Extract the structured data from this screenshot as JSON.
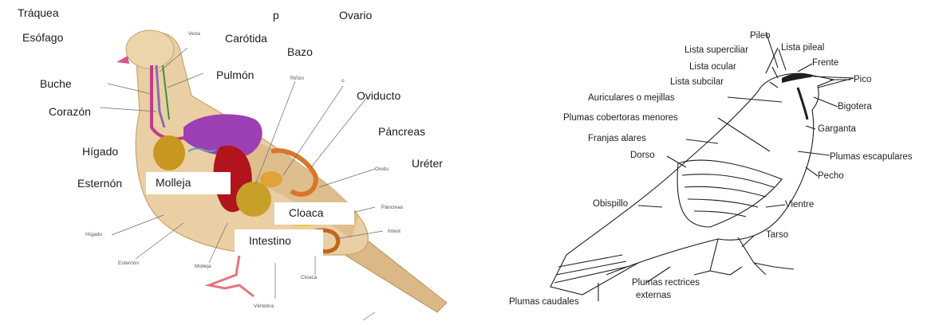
{
  "anatomy": {
    "labels": {
      "traquea": "Tráquea",
      "esofago": "Esófago",
      "buche": "Buche",
      "corazon": "Corazón",
      "higado": "Hígado",
      "esternon": "Esternón",
      "carotida": "Carótida",
      "bazo": "Bazo",
      "pulmon": "Pulmón",
      "ovario": "Ovario",
      "oviducto": "Oviducto",
      "pancreas": "Páncreas",
      "ureter": "Uréter",
      "molleja": "Molleja",
      "cloaca": "Cloaca",
      "intestino": "Intestino",
      "p": "p"
    },
    "small_labels": {
      "vena": "Vena",
      "riñon": "Riñón",
      "o": "o",
      "ovidu": "Ovidu",
      "pancreas_small": "Páncreas",
      "intest": "Intest",
      "higado_small": "Hígado",
      "esternon_small": "Esternón",
      "molleja_small": "Molleja",
      "vertebra": "Vértebra",
      "cloaca_small": "Cloaca"
    }
  },
  "plumage": {
    "labels": {
      "pileo": "Pileo",
      "lista_superciliar": "Lista superciliar",
      "lista_pileal": "Lista pileal",
      "frente": "Frente",
      "lista_ocular": "Lista ocular",
      "pico": "Pico",
      "lista_subocular": "Lista subcilar",
      "auriculares": "Auriculares o mejillas",
      "bigotera": "Bigotera",
      "plumas_cobertoras": "Plumas cobertoras menores",
      "garganta": "Garganta",
      "franjas_alares": "Franjas alares",
      "plumas_escapulares": "Plumas escapulares",
      "dorso": "Dorso",
      "pecho": "Pecho",
      "obispillo": "Obispillo",
      "vientre": "Vientre",
      "tarso": "Tarso",
      "plumas_rectrices": "Plumas rectrices",
      "externas": "externas",
      "plumas_caudales": "Plumas caudales"
    }
  }
}
